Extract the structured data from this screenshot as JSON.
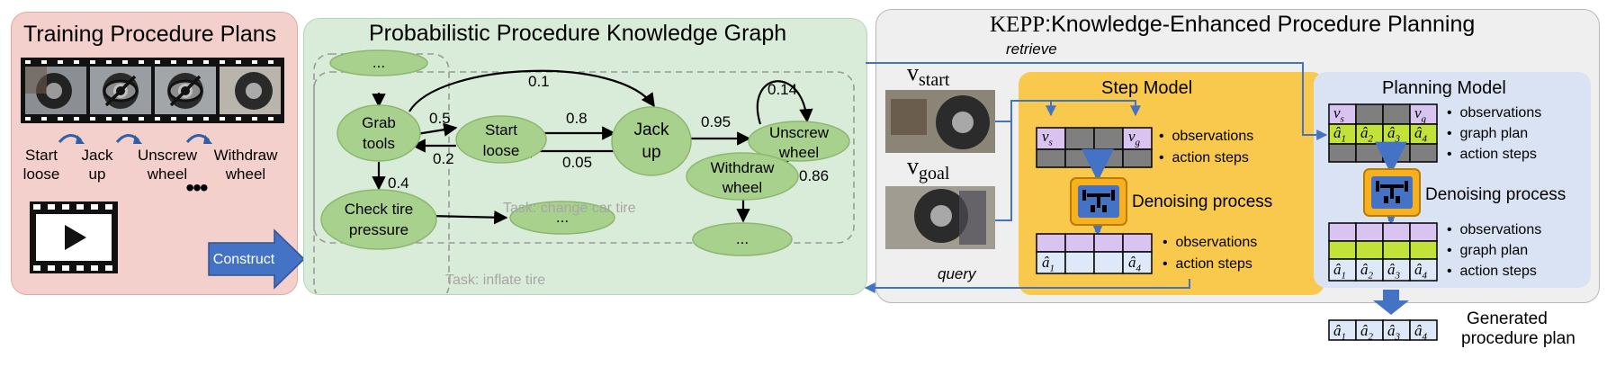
{
  "training": {
    "title": "Training Procedure Plans",
    "steps": [
      {
        "line1": "Start",
        "line2": "loose"
      },
      {
        "line1": "Jack",
        "line2": "up"
      },
      {
        "line1": "Unscrew",
        "line2": "wheel"
      },
      {
        "line1": "Withdraw",
        "line2": "wheel"
      }
    ],
    "ellipsis": "•••",
    "construct_label": "Construct"
  },
  "graph": {
    "title": "Probabilistic Procedure Knowledge Graph",
    "nodes": {
      "top_ellipsis": "...",
      "grab_tools": [
        "Grab",
        "tools"
      ],
      "start_loose": [
        "Start",
        "loose"
      ],
      "jack_up": [
        "Jack",
        "up"
      ],
      "unscrew_wheel": [
        "Unscrew",
        "wheel"
      ],
      "withdraw_wheel": [
        "Withdraw",
        "wheel"
      ],
      "check_tire_pressure": [
        "Check tire",
        "pressure"
      ],
      "after_check": "...",
      "after_withdraw": "..."
    },
    "edges": {
      "grab_to_jack": "0.1",
      "grab_to_start": "0.5",
      "start_to_grab": "0.2",
      "start_to_jack": "0.8",
      "jack_to_start": "0.05",
      "jack_to_unscrew": "0.95",
      "unscrew_self": "0.14",
      "unscrew_to_withdraw": "0.86",
      "grab_to_check": "0.4"
    },
    "task_change_tire": "Task: change car tire",
    "task_inflate_tire": "Task: inflate tire"
  },
  "kepp": {
    "title_abbrev": "KEPP",
    "title_rest": ":Knowledge-Enhanced Procedure Planning",
    "retrieve": "retrieve",
    "query": "query",
    "v_start": "v",
    "v_start_sub": "start",
    "v_goal": "v",
    "v_goal_sub": "goal",
    "step_model": {
      "title": "Step Model",
      "top_legend": [
        "observations",
        "action steps"
      ],
      "bottom_legend": [
        "observations",
        "action steps"
      ],
      "denoising": "Denoising process"
    },
    "planning_model": {
      "title": "Planning Model",
      "top_legend": [
        "observations",
        "graph plan",
        "action steps"
      ],
      "bottom_legend": [
        "observations",
        "graph plan",
        "action steps"
      ],
      "denoising": "Denoising process"
    },
    "generated_line1": "Generated",
    "generated_line2": "procedure plan",
    "bullet": "•"
  },
  "colors": {
    "pink_panel": "#f4d0cc",
    "green_panel": "#d9ecd9",
    "gray_panel": "#efefef",
    "node_fill": "#a9d18e",
    "step_model_bg": "#f9c94e",
    "planning_model_bg": "#dae3f3",
    "purple_cell": "#d9c3f0",
    "lime_cell": "#c2e23a",
    "light_blue_cell": "#dde9f8",
    "dark_cell": "#7f7f7f",
    "arrow_blue": "#4472c4"
  }
}
